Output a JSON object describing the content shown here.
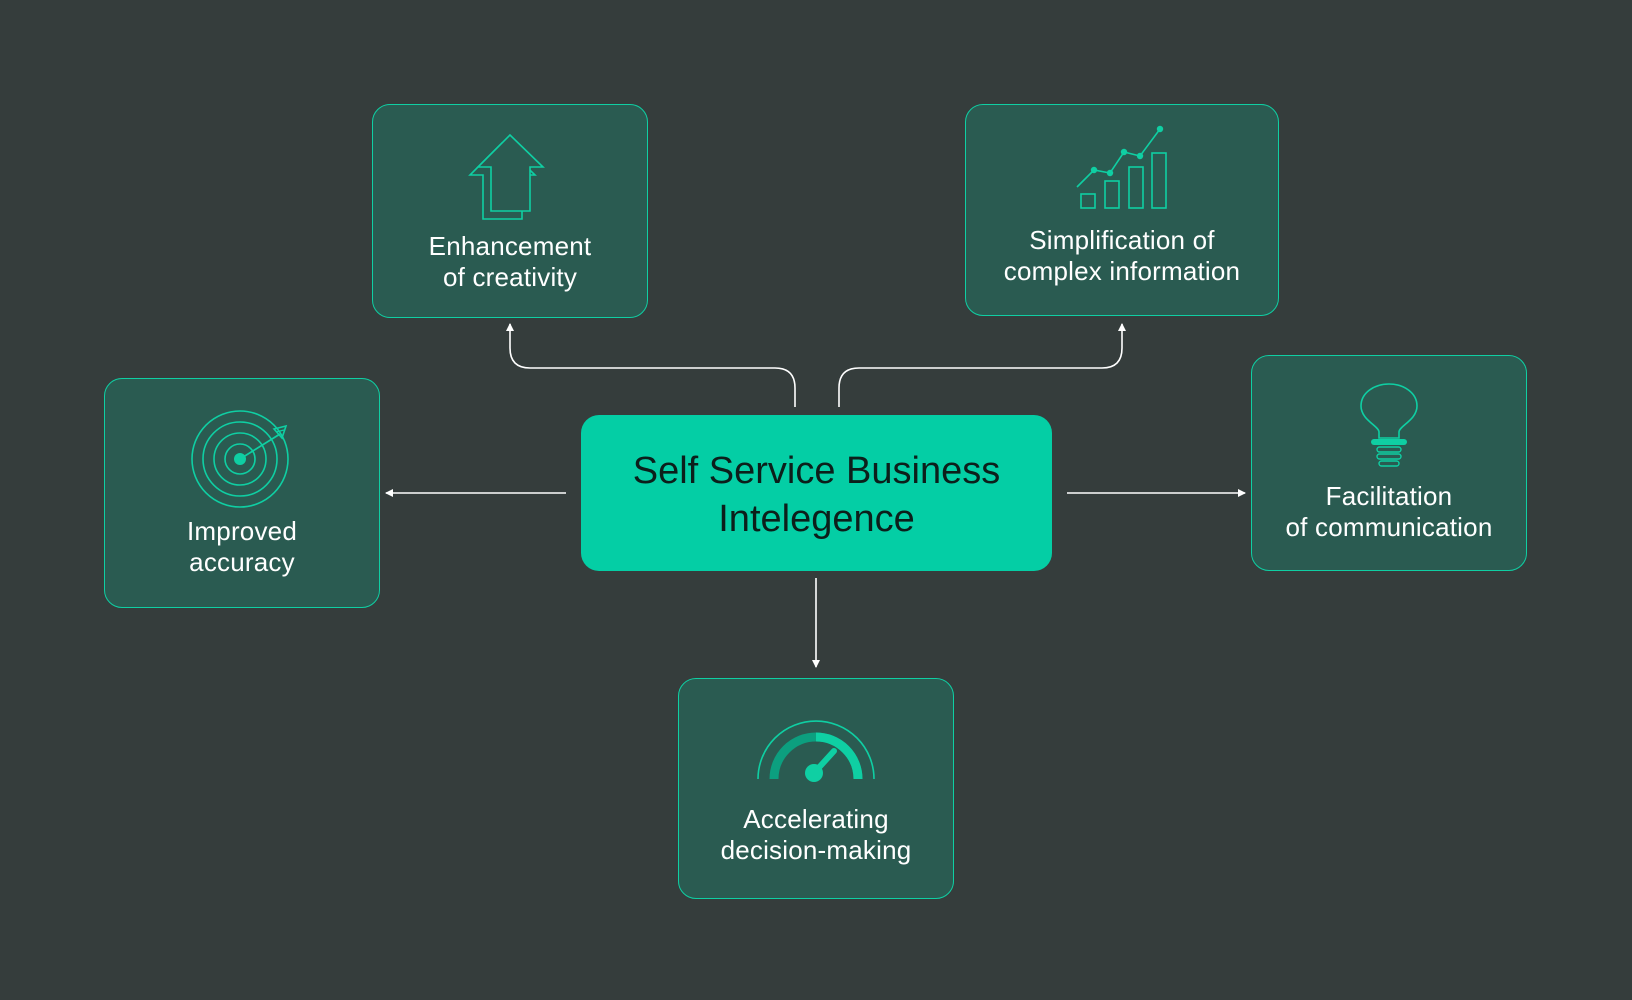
{
  "diagram": {
    "center": {
      "line1": "Self Service Business",
      "line2": "Intelegence"
    },
    "nodes": {
      "creativity": {
        "line1": "Enhancement",
        "line2": "of creativity",
        "icon": "arrow-up-icon"
      },
      "simplification": {
        "line1": "Simplification of",
        "line2": "complex information",
        "icon": "growth-chart-icon"
      },
      "accuracy": {
        "line1": "Improved",
        "line2": "accuracy",
        "icon": "target-icon"
      },
      "communication": {
        "line1": "Facilitation",
        "line2": "of communication",
        "icon": "lightbulb-icon"
      },
      "decision": {
        "line1": "Accelerating",
        "line2": "decision-making",
        "icon": "speedometer-icon"
      }
    },
    "colors": {
      "background": "#353d3c",
      "card_fill": "#2a5b51",
      "accent": "#0fcfa3",
      "center_fill": "#04cea5",
      "center_text": "#0c1f1b",
      "text": "#ffffff",
      "connector": "#ffffff"
    }
  }
}
